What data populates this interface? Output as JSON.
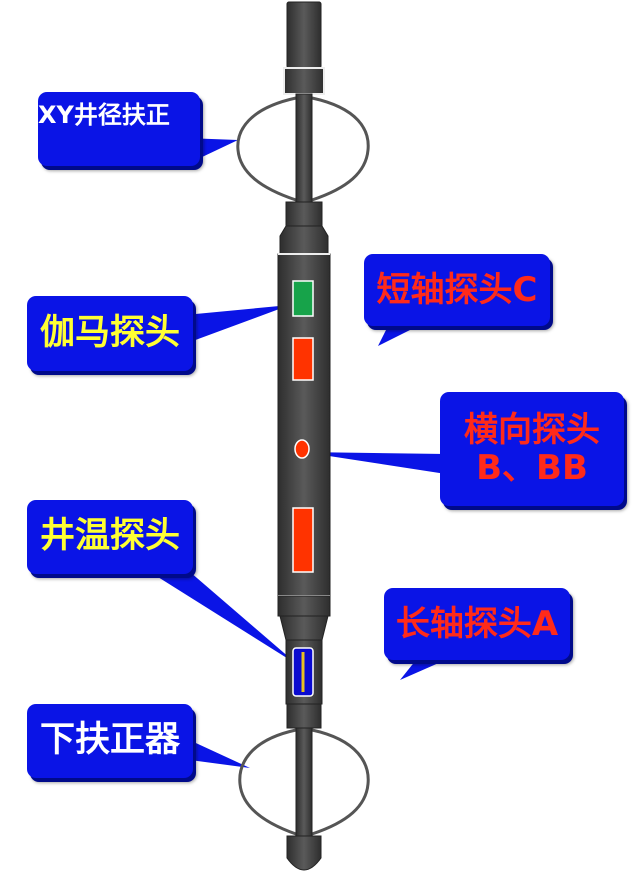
{
  "colors": {
    "callout_fill": "#0a14e6",
    "callout_shadow": "#000a8a",
    "tool_body": "#454545",
    "tool_edge": "#2a2a2a",
    "gamma_probe": "#17a34a",
    "probe_red": "#ff3300",
    "temp_probe_fill": "#0a0ad0",
    "temp_probe_bar": "#e8c020"
  },
  "labels": {
    "xy_centralizer": "XY井径扶正",
    "gamma_probe": "伽马探头",
    "short_axis_probe": "短轴探头C",
    "transverse_probe_line1": "横向探头",
    "transverse_probe_line2": "B、BB",
    "well_temp_probe": "井温探头",
    "long_axis_probe": "长轴探头A",
    "lower_centralizer": "下扶正器"
  }
}
